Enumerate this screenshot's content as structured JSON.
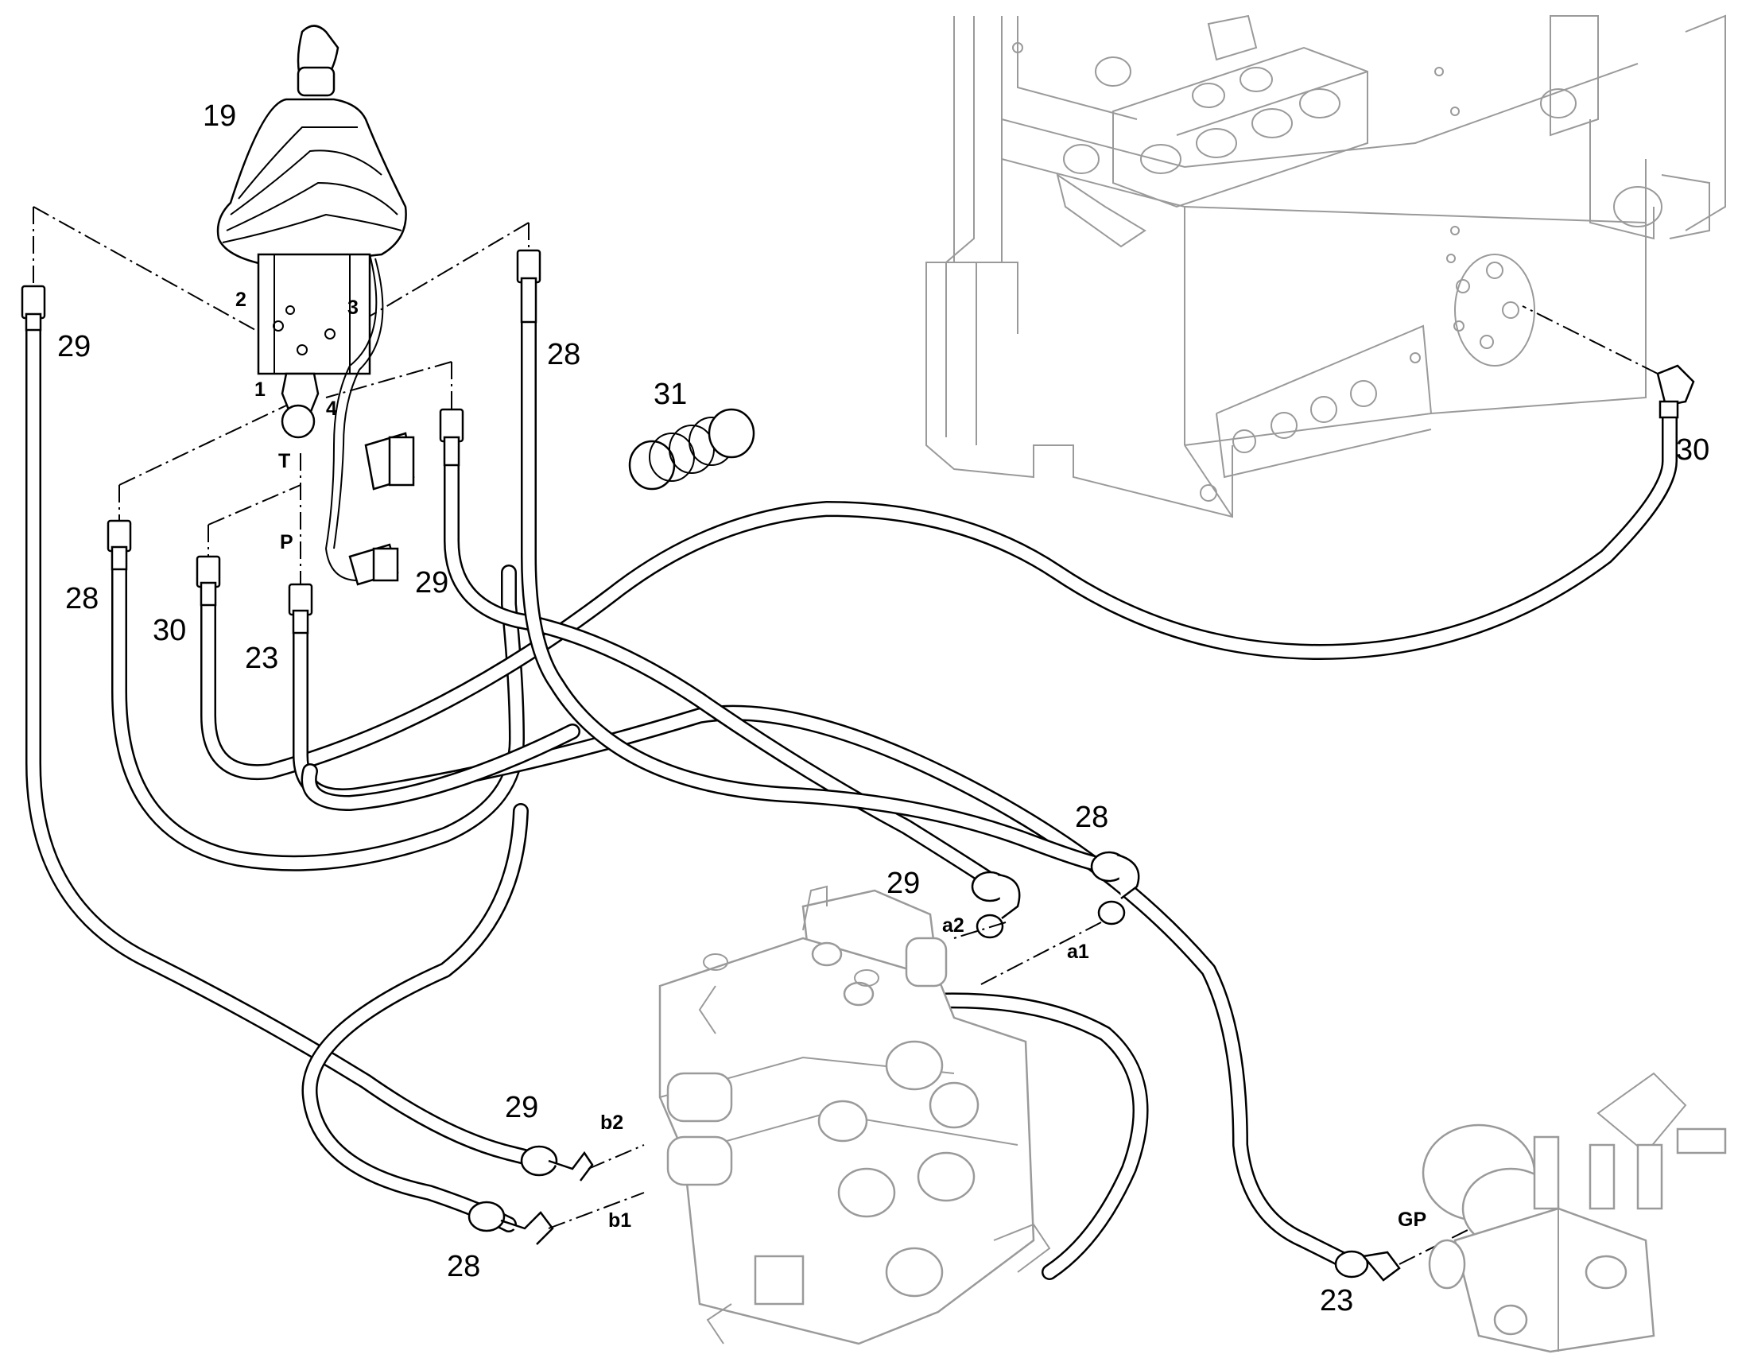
{
  "callouts": {
    "c19": "19",
    "c29_top_left": "29",
    "c28_top": "28",
    "c31": "31",
    "c30_right": "30",
    "c28_left": "28",
    "c30_left": "30",
    "c23_left": "23",
    "c29_mid": "29",
    "c28_mid_right": "28",
    "c29_mid_right": "29",
    "c29_bottom": "29",
    "c28_bottom": "28",
    "c23_bottom": "23"
  },
  "ports": {
    "p1": "1",
    "p2": "2",
    "p3": "3",
    "p4": "4",
    "pT": "T",
    "pP": "P",
    "a1": "a1",
    "a2": "a2",
    "b1": "b1",
    "b2": "b2",
    "GP": "GP"
  }
}
